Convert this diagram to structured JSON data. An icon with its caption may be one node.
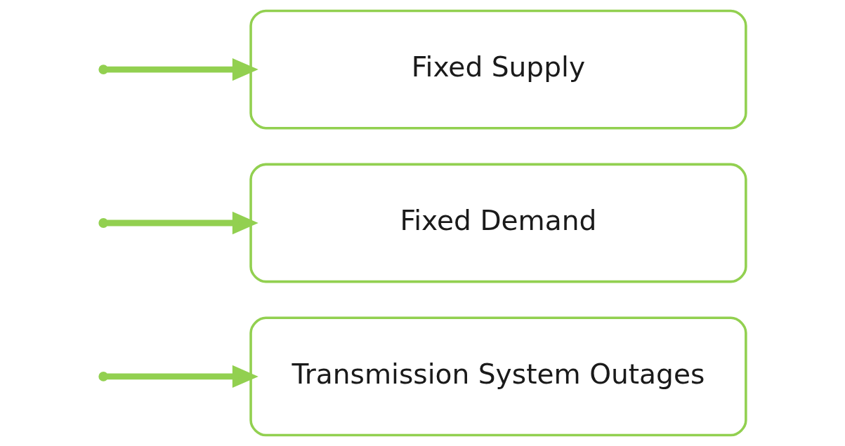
{
  "diagram": {
    "nodes": [
      {
        "text": [
          "Transmission System Outages"
        ]
      },
      {
        "text": [
          "Fixed Demand"
        ]
      },
      {
        "text": [
          "Fixed Supply"
        ]
      }
    ],
    "edges": [
      {
        "from": null,
        "to": 0,
        "arrow": "to"
      },
      {
        "from": null,
        "to": 1,
        "arrow": "to"
      },
      {
        "from": null,
        "to": 2,
        "arrow": "to"
      }
    ]
  }
}
